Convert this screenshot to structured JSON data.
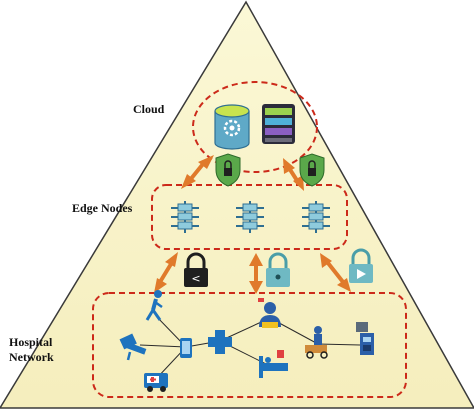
{
  "labels": {
    "cloud": "Cloud",
    "edge": "Edge Nodes",
    "hospital_line1": "Hospital",
    "hospital_line2": "Network"
  },
  "colors": {
    "triangle_fill": "#f8f3c6",
    "triangle_stroke": "#3a3a3a",
    "dash": "#cc2a1a",
    "arrow": "#e07a2b",
    "node_blue": "#1e73be",
    "server_teal": "#5fa9c7",
    "lock_green": "#5aa84a",
    "lock_teal": "#6fb9c3"
  },
  "icons": {
    "cloud": [
      "database-gear-icon",
      "storage-rack-icon"
    ],
    "edge": [
      "edge-server-icon",
      "edge-server-icon",
      "edge-server-icon"
    ],
    "locks": [
      "shield-lock-icon",
      "shield-lock-icon",
      "padlock-icon",
      "padlock-icon",
      "padlock-icon"
    ],
    "hospital": [
      "walking-person-icon",
      "patient-monitor-icon",
      "smartphone-icon",
      "medical-cross-icon",
      "doctor-icon",
      "patient-bed-icon",
      "wheelchair-icon",
      "vital-signs-monitor-icon",
      "ambulance-icon"
    ]
  }
}
